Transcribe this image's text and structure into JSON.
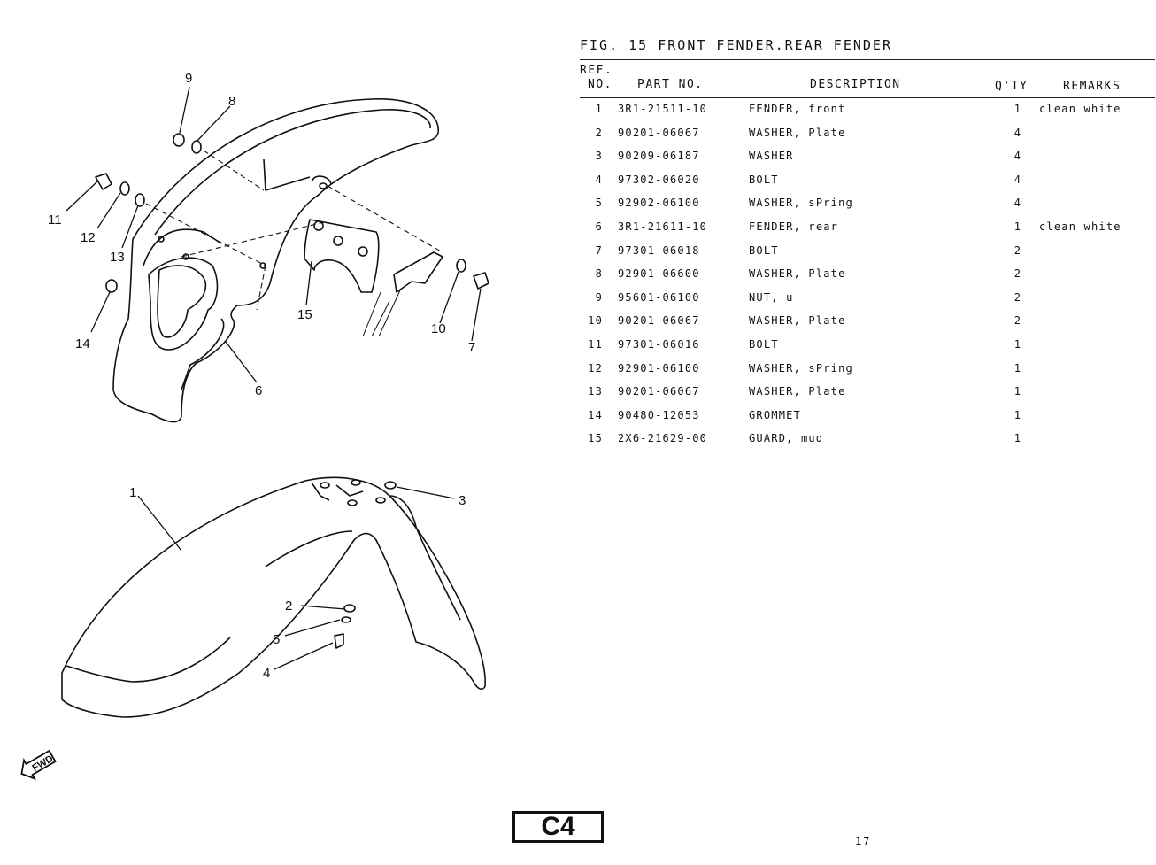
{
  "figure": {
    "title": "FIG. 15   FRONT FENDER.REAR FENDER"
  },
  "table": {
    "headers": {
      "ref_line1": "REF.",
      "ref_line2": "NO.",
      "part_no": "PART NO.",
      "description": "DESCRIPTION",
      "qty": "Q'TY",
      "remarks": "REMARKS"
    },
    "rows": [
      {
        "ref": "1",
        "part_no": "3R1-21511-10",
        "description": "FENDER, front",
        "qty": "1",
        "remarks": "clean white"
      },
      {
        "ref": "2",
        "part_no": "90201-06067",
        "description": "WASHER, Plate",
        "qty": "4",
        "remarks": ""
      },
      {
        "ref": "3",
        "part_no": "90209-06187",
        "description": "WASHER",
        "qty": "4",
        "remarks": ""
      },
      {
        "ref": "4",
        "part_no": "97302-06020",
        "description": "BOLT",
        "qty": "4",
        "remarks": ""
      },
      {
        "ref": "5",
        "part_no": "92902-06100",
        "description": "WASHER, sPring",
        "qty": "4",
        "remarks": ""
      },
      {
        "ref": "6",
        "part_no": "3R1-21611-10",
        "description": "FENDER, rear",
        "qty": "1",
        "remarks": "clean white"
      },
      {
        "ref": "7",
        "part_no": "97301-06018",
        "description": "BOLT",
        "qty": "2",
        "remarks": ""
      },
      {
        "ref": "8",
        "part_no": "92901-06600",
        "description": "WASHER, Plate",
        "qty": "2",
        "remarks": ""
      },
      {
        "ref": "9",
        "part_no": "95601-06100",
        "description": "NUT, u",
        "qty": "2",
        "remarks": ""
      },
      {
        "ref": "10",
        "part_no": "90201-06067",
        "description": "WASHER, Plate",
        "qty": "2",
        "remarks": ""
      },
      {
        "ref": "11",
        "part_no": "97301-06016",
        "description": "BOLT",
        "qty": "1",
        "remarks": ""
      },
      {
        "ref": "12",
        "part_no": "92901-06100",
        "description": "WASHER, sPring",
        "qty": "1",
        "remarks": ""
      },
      {
        "ref": "13",
        "part_no": "90201-06067",
        "description": "WASHER, Plate",
        "qty": "1",
        "remarks": ""
      },
      {
        "ref": "14",
        "part_no": "90480-12053",
        "description": "GROMMET",
        "qty": "1",
        "remarks": ""
      },
      {
        "ref": "15",
        "part_no": "2X6-21629-00",
        "description": "GUARD, mud",
        "qty": "1",
        "remarks": ""
      }
    ]
  },
  "diagram": {
    "callouts": [
      "9",
      "8",
      "11",
      "12",
      "13",
      "14",
      "15",
      "10",
      "7",
      "6",
      "1",
      "3",
      "2",
      "5",
      "4"
    ],
    "direction_marker": "FWD"
  },
  "footer": {
    "page_code": "C4",
    "page_number": "17"
  }
}
